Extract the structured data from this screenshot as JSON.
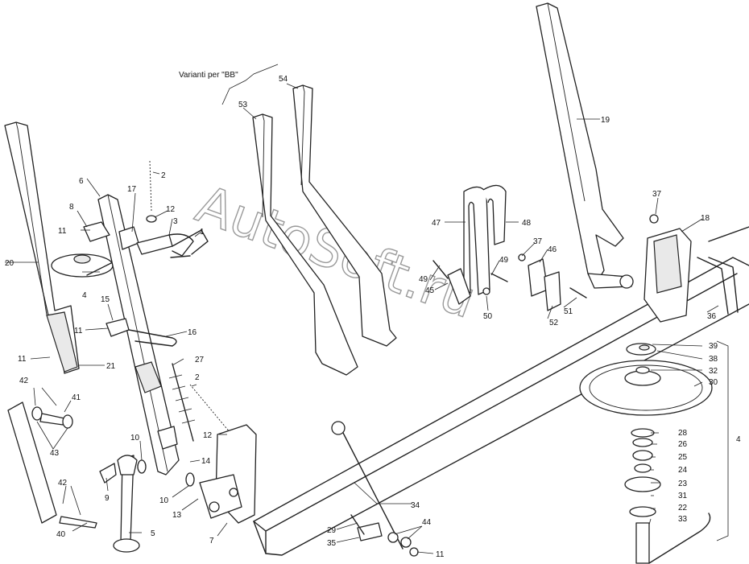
{
  "diagram": {
    "note": "Varianti per \"BB\"",
    "watermark": "AutoSoft.ru",
    "labels": {
      "l1": "1",
      "l2a": "2",
      "l2b": "2",
      "l3": "3",
      "l4a": "4",
      "l4b": "4",
      "l5": "5",
      "l6": "6",
      "l7": "7",
      "l8": "8",
      "l9": "9",
      "l10a": "10",
      "l10b": "10",
      "l11a": "11",
      "l11b": "11",
      "l11c": "11",
      "l11d": "11",
      "l12a": "12",
      "l12b": "12",
      "l13": "13",
      "l14": "14",
      "l15": "15",
      "l16": "16",
      "l17": "17",
      "l18": "18",
      "l19": "19",
      "l20": "20",
      "l21": "21",
      "l22": "22",
      "l23": "23",
      "l24": "24",
      "l25": "25",
      "l26": "26",
      "l27": "27",
      "l28": "28",
      "l29": "29",
      "l30": "30",
      "l31": "31",
      "l32": "32",
      "l33": "33",
      "l34": "34",
      "l35": "35",
      "l36": "36",
      "l37a": "37",
      "l37b": "37",
      "l38": "38",
      "l39": "39",
      "l40": "40",
      "l41": "41",
      "l42a": "42",
      "l42b": "42",
      "l43": "43",
      "l44": "44",
      "l45": "45",
      "l46": "46",
      "l47": "47",
      "l48": "48",
      "l49a": "49",
      "l49b": "49",
      "l50": "50",
      "l51": "51",
      "l52": "52",
      "l53": "53",
      "l54": "54"
    }
  }
}
